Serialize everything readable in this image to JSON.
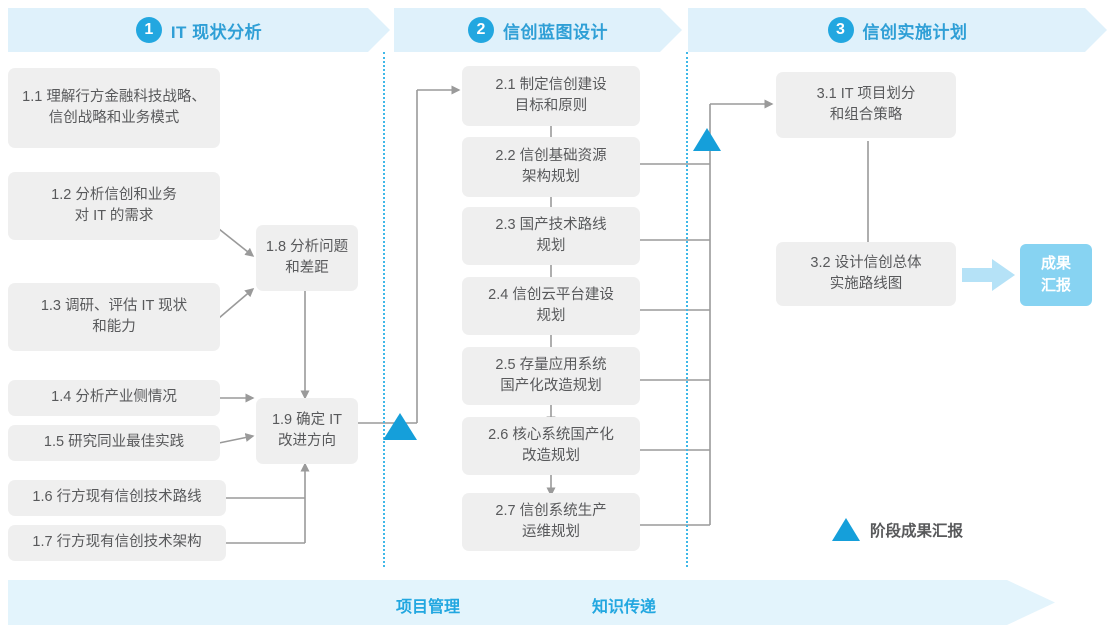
{
  "phases": [
    {
      "num": "1",
      "label": "IT 现状分析"
    },
    {
      "num": "2",
      "label": "信创蓝图设计"
    },
    {
      "num": "3",
      "label": "信创实施计划"
    }
  ],
  "column1": [
    {
      "id": "1.1",
      "text": "1.1 理解行方金融科技战略、\n信创战略和业务模式"
    },
    {
      "id": "1.2",
      "text": "1.2 分析信创和业务\n对 IT 的需求"
    },
    {
      "id": "1.3",
      "text": "1.3 调研、评估 IT 现状\n和能力"
    },
    {
      "id": "1.4",
      "text": "1.4 分析产业侧情况"
    },
    {
      "id": "1.5",
      "text": "1.5 研究同业最佳实践"
    },
    {
      "id": "1.6",
      "text": "1.6 行方现有信创技术路线"
    },
    {
      "id": "1.7",
      "text": "1.7 行方现有信创技术架构"
    }
  ],
  "column1_merge": [
    {
      "id": "1.8",
      "text": "1.8 分析问题\n和差距"
    },
    {
      "id": "1.9",
      "text": "1.9 确定 IT\n改进方向"
    }
  ],
  "column2": [
    {
      "id": "2.1",
      "text": "2.1 制定信创建设\n目标和原则"
    },
    {
      "id": "2.2",
      "text": "2.2 信创基础资源\n架构规划"
    },
    {
      "id": "2.3",
      "text": "2.3 国产技术路线\n规划"
    },
    {
      "id": "2.4",
      "text": "2.4 信创云平台建设\n规划"
    },
    {
      "id": "2.5",
      "text": "2.5 存量应用系统\n国产化改造规划"
    },
    {
      "id": "2.6",
      "text": "2.6 核心系统国产化\n改造规划"
    },
    {
      "id": "2.7",
      "text": "2.7 信创系统生产\n运维规划"
    }
  ],
  "column3": [
    {
      "id": "3.1",
      "text": "3.1 IT 项目划分\n和组合策略"
    },
    {
      "id": "3.2",
      "text": "3.2 设计信创总体\n实施路线图"
    }
  ],
  "result": {
    "text": "成果\n汇报"
  },
  "legend": {
    "icon": "triangle-milestone-icon",
    "text": "阶段成果汇报"
  },
  "bottom": {
    "labels": [
      "项目管理",
      "知识传递"
    ]
  },
  "colors": {
    "accent": "#22a7e0",
    "milestone": "#159fda",
    "box_bg": "#efefef",
    "box_text": "#58595b",
    "band_bg": "#e3f4fc",
    "phase_bg": "#dff1fb",
    "result_bg": "#87d3f2",
    "connector": "#9a9a9a",
    "dotted": "#3fb8e8"
  }
}
